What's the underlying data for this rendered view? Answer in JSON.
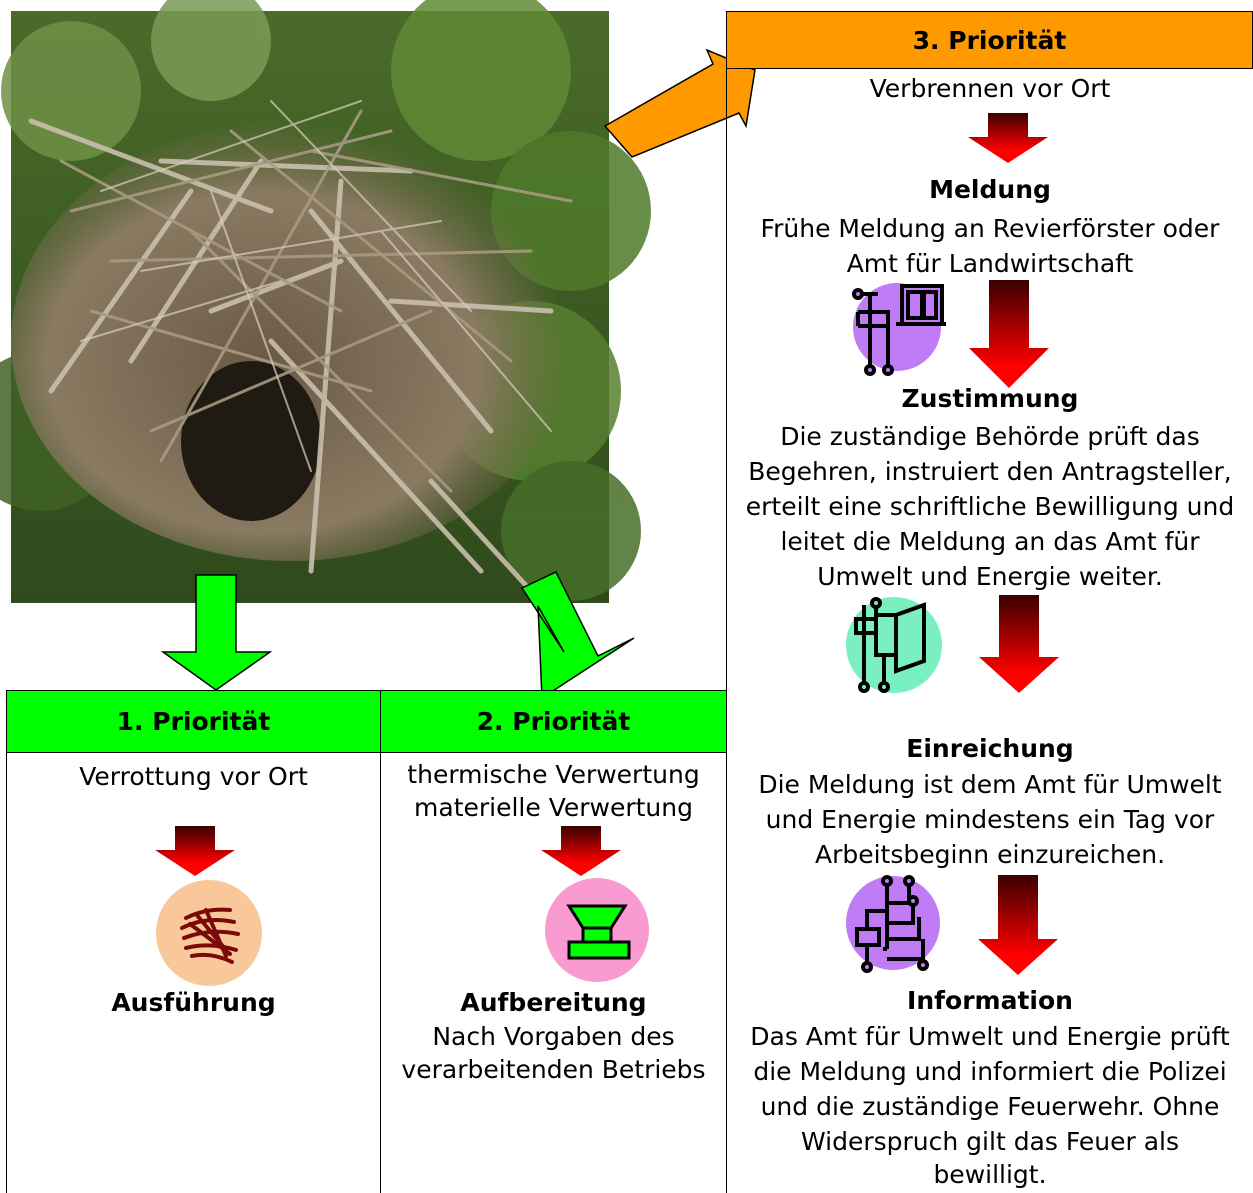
{
  "photo": {
    "subject": "brush-pile"
  },
  "priority1": {
    "header": "1. Priorität",
    "subtitle": "Verrottung vor Ort",
    "step": "Ausführung"
  },
  "priority2": {
    "header": "2. Priorität",
    "line1": "thermische Verwertung",
    "line2": "materielle Verwertung",
    "step": "Aufbereitung",
    "step_text_1": "Nach Vorgaben des",
    "step_text_2": "verarbeitenden Betriebs"
  },
  "priority3": {
    "header": "3. Priorität",
    "subtitle": "Verbrennen vor Ort",
    "steps": [
      {
        "title": "Meldung",
        "lines": [
          "Frühe Meldung an Revierförster oder",
          "Amt für Landwirtschaft"
        ]
      },
      {
        "title": "Zustimmung",
        "lines": [
          "Die zuständige Behörde prüft das",
          "Begehren, instruiert den Antragsteller,",
          "erteilt eine schriftliche Bewilligung und",
          "leitet die Meldung an das Amt für",
          "Umwelt und Energie weiter."
        ]
      },
      {
        "title": "Einreichung",
        "lines": [
          "Die Meldung ist dem Amt für Umwelt",
          "und Energie mindestens ein Tag vor",
          "Arbeitsbeginn einzureichen."
        ]
      },
      {
        "title": "Information",
        "lines": [
          "Das Amt für Umwelt und Energie prüft",
          "die Meldung und informiert die Polizei",
          "und die zuständige Feuerwehr. Ohne",
          "Widerspruch gilt das Feuer als",
          "bewilligt."
        ]
      }
    ]
  },
  "colors": {
    "green": "#00ff00",
    "orange": "#ff9900",
    "red": "#ff0000",
    "dark_red": "#3a0000",
    "icon_peach": "#f8c89a",
    "icon_pink": "#f99bd0",
    "icon_lilac": "#c07cf4",
    "icon_mint": "#7af0c0"
  }
}
